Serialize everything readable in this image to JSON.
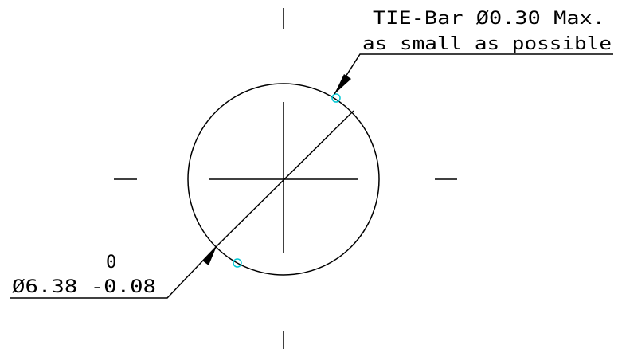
{
  "diagram": {
    "tie_bar_note": {
      "line1": "TIE-Bar Ø0.30 Max.",
      "line2": "as small as possible"
    },
    "diameter_dimension": {
      "upper_tolerance": "0",
      "nominal_with_lower_tolerance": "Ø6.38 -0.08"
    },
    "colors": {
      "line": "#000000",
      "tie_bar_marker": "#00c8d4"
    }
  }
}
